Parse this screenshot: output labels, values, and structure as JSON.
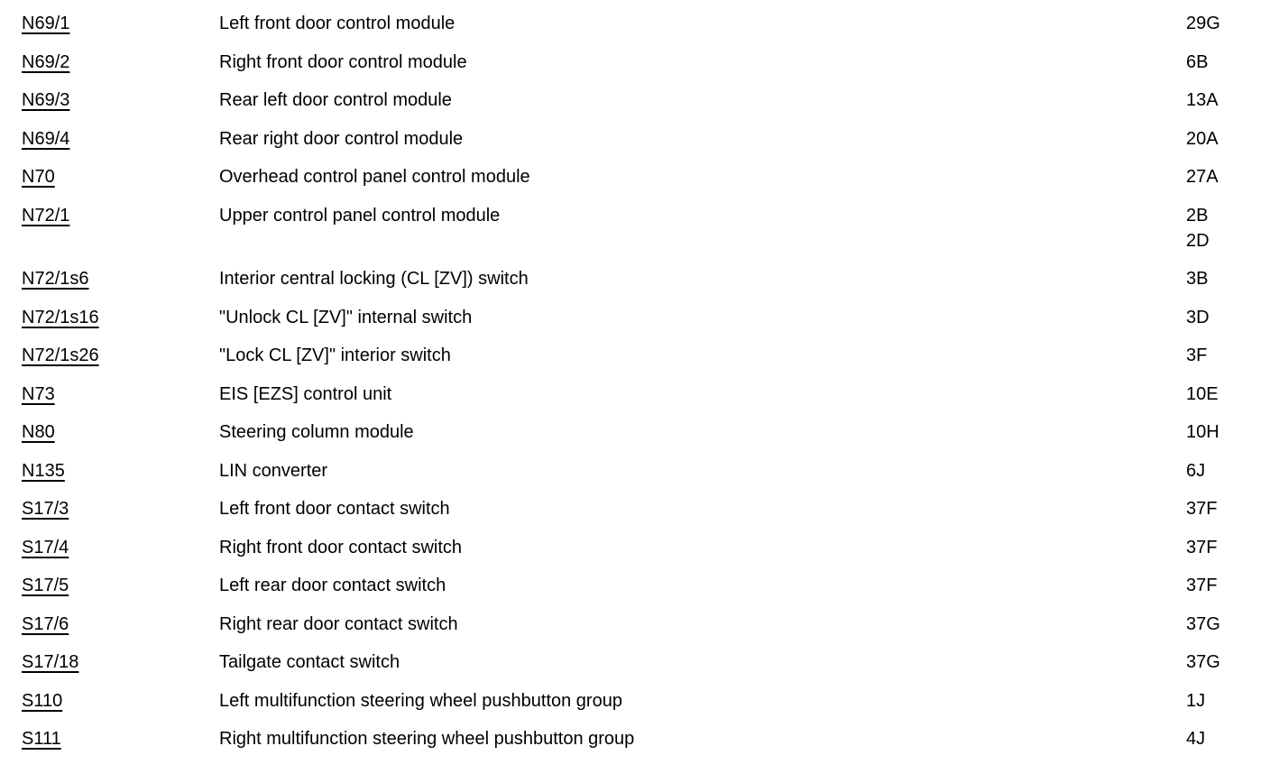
{
  "page": {
    "background_color": "#ffffff",
    "text_color": "#000000"
  },
  "component_legend": {
    "rows": [
      {
        "code": "N69/1",
        "description": "Left front door control module",
        "refs": [
          "29G"
        ]
      },
      {
        "code": "N69/2",
        "description": "Right front door control module",
        "refs": [
          "6B"
        ]
      },
      {
        "code": "N69/3",
        "description": "Rear left door control module",
        "refs": [
          "13A"
        ]
      },
      {
        "code": "N69/4",
        "description": "Rear right door control module",
        "refs": [
          "20A"
        ]
      },
      {
        "code": "N70",
        "description": "Overhead control panel control module",
        "refs": [
          "27A"
        ]
      },
      {
        "code": "N72/1",
        "description": "Upper control panel control module",
        "refs": [
          "2B",
          "2D"
        ]
      },
      {
        "code": "N72/1s6",
        "description": "Interior central locking (CL [ZV]) switch",
        "refs": [
          "3B"
        ]
      },
      {
        "code": "N72/1s16",
        "description": "\"Unlock CL [ZV]\" internal switch",
        "refs": [
          "3D"
        ]
      },
      {
        "code": "N72/1s26",
        "description": "\"Lock CL [ZV]\" interior switch",
        "refs": [
          "3F"
        ]
      },
      {
        "code": "N73",
        "description": "EIS [EZS] control unit",
        "refs": [
          "10E"
        ]
      },
      {
        "code": "N80",
        "description": "Steering column module",
        "refs": [
          "10H"
        ]
      },
      {
        "code": "N135",
        "description": "LIN converter",
        "refs": [
          "6J"
        ]
      },
      {
        "code": "S17/3",
        "description": "Left front door contact switch",
        "refs": [
          "37F"
        ]
      },
      {
        "code": "S17/4",
        "description": "Right front door contact switch",
        "refs": [
          "37F"
        ]
      },
      {
        "code": "S17/5",
        "description": "Left rear door contact switch",
        "refs": [
          "37F"
        ]
      },
      {
        "code": "S17/6",
        "description": "Right rear door contact switch",
        "refs": [
          "37G"
        ]
      },
      {
        "code": "S17/18",
        "description": "Tailgate contact switch",
        "refs": [
          "37G"
        ]
      },
      {
        "code": "S110",
        "description": "Left multifunction steering wheel pushbutton group",
        "refs": [
          "1J"
        ]
      },
      {
        "code": "S111",
        "description": "Right multifunction steering wheel pushbutton group",
        "refs": [
          "4J"
        ]
      }
    ]
  }
}
